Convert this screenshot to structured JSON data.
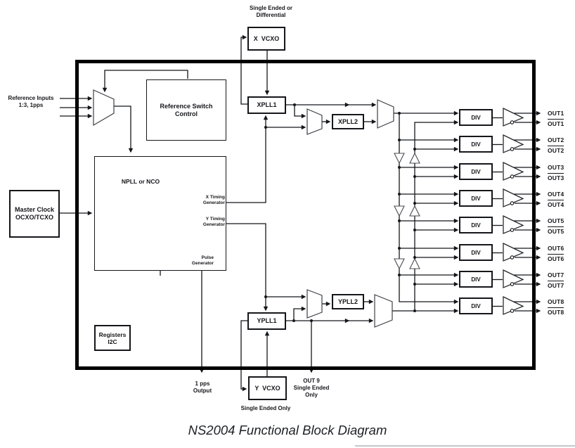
{
  "colors": {
    "ink": "#15161a",
    "wire": "#15161a",
    "chip_border": "#000000",
    "background": "#ffffff"
  },
  "title": "NS2004 Functional Block Diagram",
  "blocks": {
    "x_vcxo": "X  VCXO",
    "xpll1": "XPLL1",
    "xpll2": "XPLL2",
    "ypll1": "YPLL1",
    "ypll2": "YPLL2",
    "y_vcxo": "Y  VCXO",
    "div": "DIV",
    "npll": "NPLL or NCO",
    "reference_switch_control": {
      "line1": "Reference Switch",
      "line2": "Control"
    },
    "registers": {
      "line1": "Registers",
      "line2": "I2C"
    },
    "master_clock": {
      "line1": "Master Clock",
      "line2": "OCXO/TCXO"
    }
  },
  "npll_ports": {
    "x_timing": {
      "line1": "X Timing",
      "line2": "Generator"
    },
    "y_timing": {
      "line1": "Y Timing",
      "line2": "Generator"
    },
    "pulse": {
      "line1": "Pulse",
      "line2": "Generator"
    }
  },
  "annotations": {
    "x_vcxo_note": {
      "line1": "Single Ended or",
      "line2": "Differential"
    },
    "reference_inputs": {
      "line1": "Reference Inputs",
      "line2": "1:3, 1pps"
    },
    "pps_output": {
      "line1": "1 pps",
      "line2": "Output"
    },
    "out9": {
      "line1": "OUT 9",
      "line2": "Single Ended",
      "line3": "Only"
    },
    "y_vcxo_note": "Single Ended Only"
  },
  "outputs": [
    {
      "label": "OUT1",
      "inverted": "OUT1"
    },
    {
      "label": "OUT2",
      "inverted": "OUT2"
    },
    {
      "label": "OUT3",
      "inverted": "OUT3"
    },
    {
      "label": "OUT4",
      "inverted": "OUT4"
    },
    {
      "label": "OUT5",
      "inverted": "OUT5"
    },
    {
      "label": "OUT6",
      "inverted": "OUT6"
    },
    {
      "label": "OUT7",
      "inverted": "OUT7"
    },
    {
      "label": "OUT8",
      "inverted": "OUT8"
    }
  ]
}
